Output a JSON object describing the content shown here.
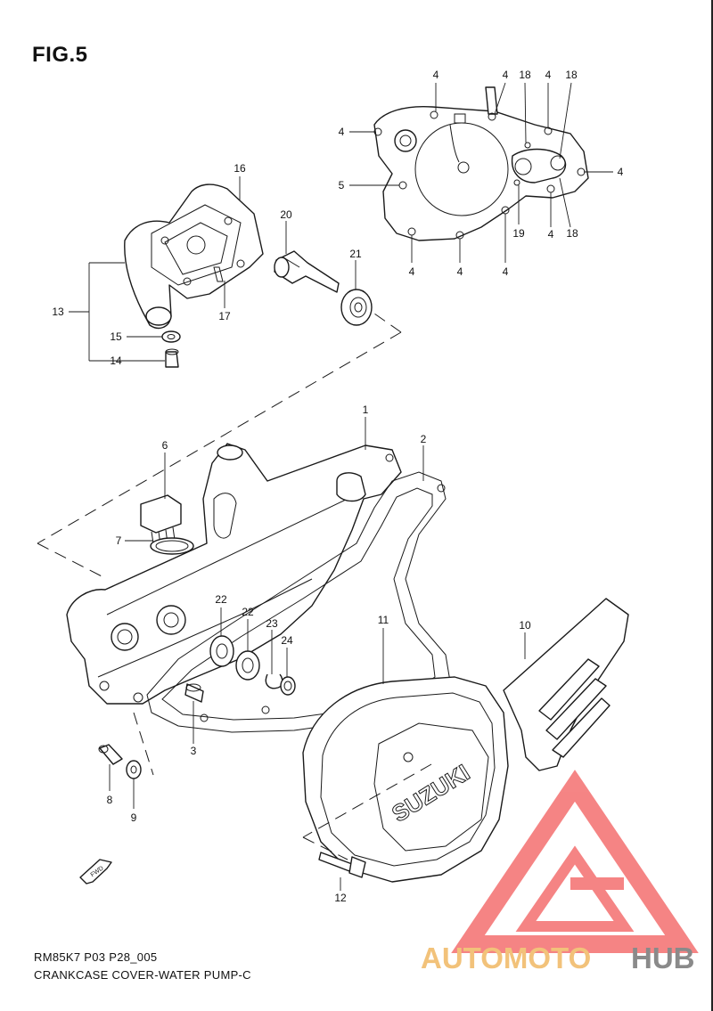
{
  "figure": {
    "title": "FIG.5"
  },
  "footer": {
    "code": "RM85K7 P03 P28_005",
    "name": "CRANKCASE COVER-WATER PUMP-C"
  },
  "watermark": {
    "text_a": "AUTOMOTO",
    "text_b": "HUB",
    "color_a": "#f2c27a",
    "color_b": "#8a8a8a",
    "logo_color": "#f25c5c"
  },
  "fwd_label": "FWD",
  "brand_text": "SUZUKI",
  "callouts": {
    "c1": "1",
    "c2": "2",
    "c3": "3",
    "c4": "4",
    "c5": "5",
    "c6": "6",
    "c7": "7",
    "c8": "8",
    "c9": "9",
    "c10": "10",
    "c11": "11",
    "c12": "12",
    "c13": "13",
    "c14": "14",
    "c15": "15",
    "c16": "16",
    "c17": "17",
    "c18": "18",
    "c19": "19",
    "c20": "20",
    "c21": "21",
    "c22": "22",
    "c23": "23",
    "c24": "24"
  }
}
